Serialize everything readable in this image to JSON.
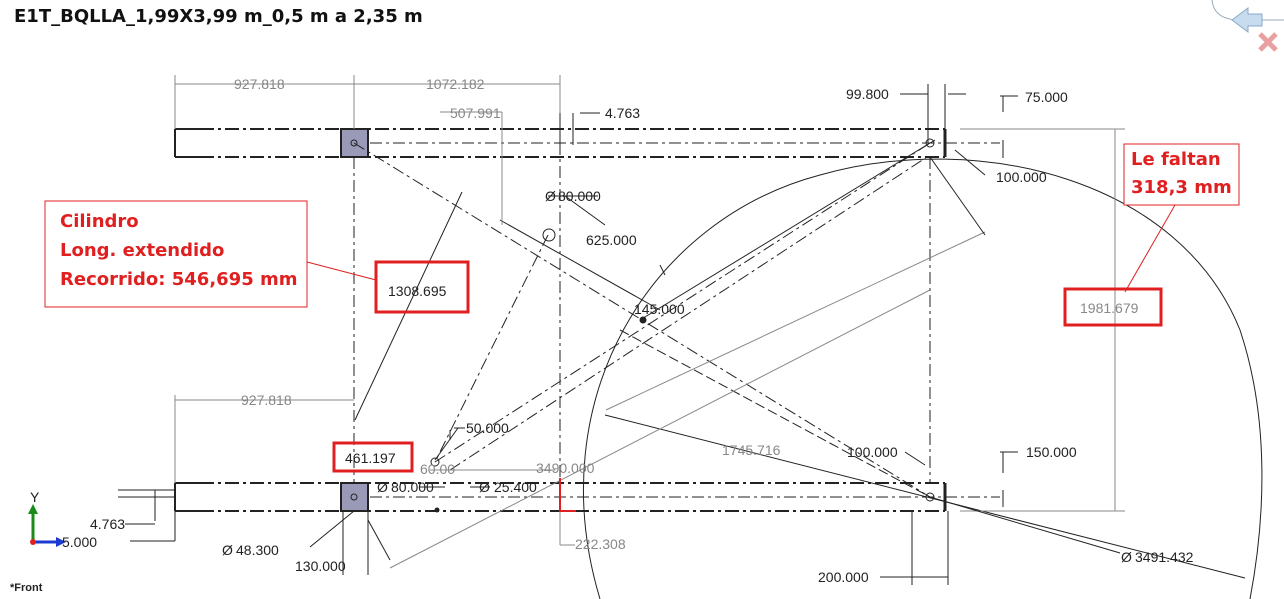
{
  "window": {
    "title": "E1T_BQLLA_1,99X3,99 m_0,5 m a 2,35 m",
    "view_label": "*Front"
  },
  "dimensions": {
    "d_927_top": "927.818",
    "d_1072": "1072.182",
    "d_507": "507.991",
    "d_4763_top": "4.763",
    "d_99800": "99.800",
    "d_75": "75.000",
    "d_100_top": "100.000",
    "d_dia80_top": "80.000",
    "d_625": "625.000",
    "d_1308": "1308.695",
    "d_145": "145.000",
    "d_1981": "1981.679",
    "d_927_bottom": "927.818",
    "d_50": "50.000",
    "d_461": "461.197",
    "d_60": "60.00",
    "d_3490": "3490.000",
    "d_1745": "1745.716",
    "d_100_bottom": "100.000",
    "d_150": "150.000",
    "d_dia80_bottom": "80.000",
    "d_dia25": "25.400",
    "d_4763_bottom": "4.763",
    "d_5": "5.000",
    "d_dia48": "48.300",
    "d_130": "130.000",
    "d_222": "222.308",
    "d_200": "200.000",
    "d_dia3491": "3491.432",
    "diameter_symbol": "Ø"
  },
  "annotations": {
    "cylinder": [
      "Cilindro",
      "Long. extendido",
      "Recorrido: 546,695 mm"
    ],
    "missing": [
      "Le faltan",
      "318,3 mm"
    ]
  },
  "triad": {
    "x_label": "",
    "y_label": "Y"
  },
  "colors": {
    "annotation_red": "#e02020",
    "line": "#222222",
    "dim_gray": "#888888",
    "axis_green": "#1a8a1a",
    "axis_blue": "#1a3ad0",
    "origin_red": "#e02020"
  }
}
